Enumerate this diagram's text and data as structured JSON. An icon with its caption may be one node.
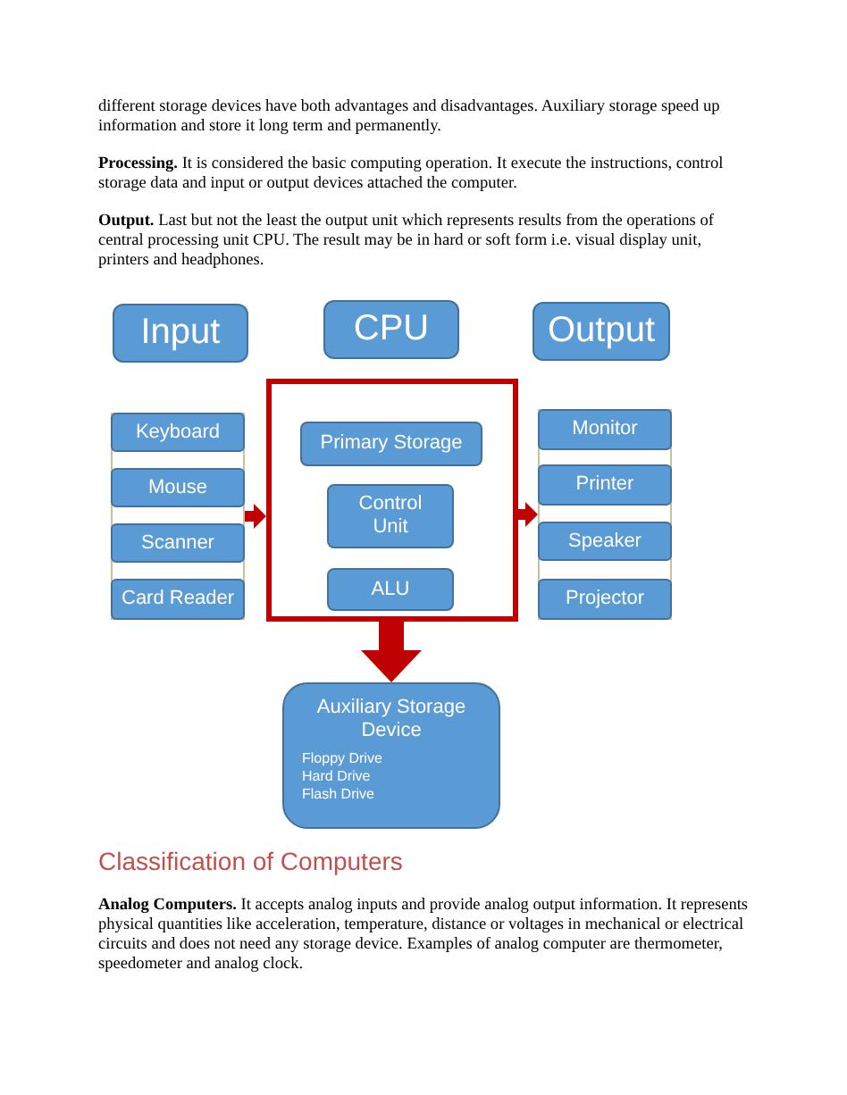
{
  "diagram": {
    "nodes": [
      {
        "text": [
          "Input"
        ]
      },
      {
        "text": [
          "CPU"
        ]
      },
      {
        "text": [
          "Output"
        ]
      },
      {
        "text": [],
        "shape": "box"
      },
      {
        "text": [
          "Keyboard"
        ],
        "in": 3
      },
      {
        "text": [
          "Mouse"
        ],
        "in": 3
      },
      {
        "text": [
          "Scanner"
        ],
        "in": 3
      },
      {
        "text": [
          "Card Reader"
        ],
        "in": 3
      },
      {
        "text": [],
        "shape": "box"
      },
      {
        "text": [
          "Primary Storage"
        ],
        "in": 8
      },
      {
        "text": [
          "Control Unit"
        ],
        "in": 8
      },
      {
        "text": [
          "ALU"
        ],
        "in": 8
      },
      {
        "text": [],
        "shape": "box"
      },
      {
        "text": [
          "Monitor"
        ],
        "in": 12
      },
      {
        "text": [
          "Printer"
        ],
        "in": 12
      },
      {
        "text": [
          "Speaker"
        ],
        "in": 12
      },
      {
        "text": [
          "Projector"
        ],
        "in": 12
      },
      {
        "text": [
          "Auxiliary Storage Device",
          "Floppy Drive",
          "Hard Drive",
          "Flash Drive"
        ]
      }
    ],
    "edges": [
      {
        "from": 3,
        "to": 8,
        "arrow": "to"
      },
      {
        "from": 8,
        "to": 12,
        "arrow": "to"
      },
      {
        "from": 8,
        "to": 17,
        "arrow": "to"
      }
    ],
    "labels": [
      "different storage devices have both advantages and disadvantages. Auxiliary storage speed up information and store it long term and permanently.",
      "**Processing.** It is considered the basic computing operation. It execute the instructions, control storage data and input or output devices attached the computer.",
      "**Output.** Last but not the least the output unit which represents results from the operations of central processing unit CPU. The result may be in hard or soft form i.e. visual display unit, printers and headphones.",
      "Classification of Computers",
      "**Analog Computers.** It accepts analog inputs and provide analog output information. It represents physical quantities like acceleration, temperature, distance or voltages in mechanical or electrical circuits and does not need any storage device. Examples of analog computer are thermometer, speedometer and analog clock."
    ]
  }
}
